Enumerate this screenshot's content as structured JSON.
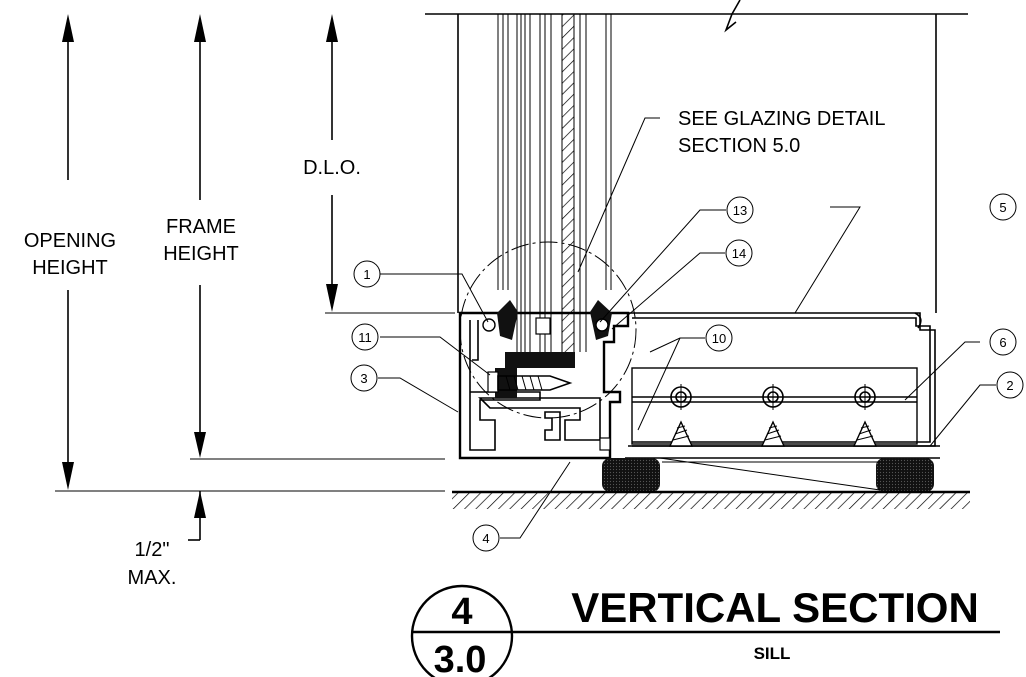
{
  "dimensions": {
    "opening_height": [
      "OPENING",
      "HEIGHT"
    ],
    "frame_height": [
      "FRAME",
      "HEIGHT"
    ],
    "dlo": "D.L.O.",
    "max_gap": [
      "1/2\"",
      "MAX."
    ]
  },
  "note": [
    "SEE GLAZING DETAIL",
    "SECTION 5.0"
  ],
  "callouts": [
    "1",
    "2",
    "3",
    "4",
    "5",
    "6",
    "10",
    "11",
    "13",
    "14"
  ],
  "title_block": {
    "detail_number": "4",
    "sheet_number": "3.0",
    "title": "VERTICAL SECTION",
    "subtitle": "SILL"
  }
}
